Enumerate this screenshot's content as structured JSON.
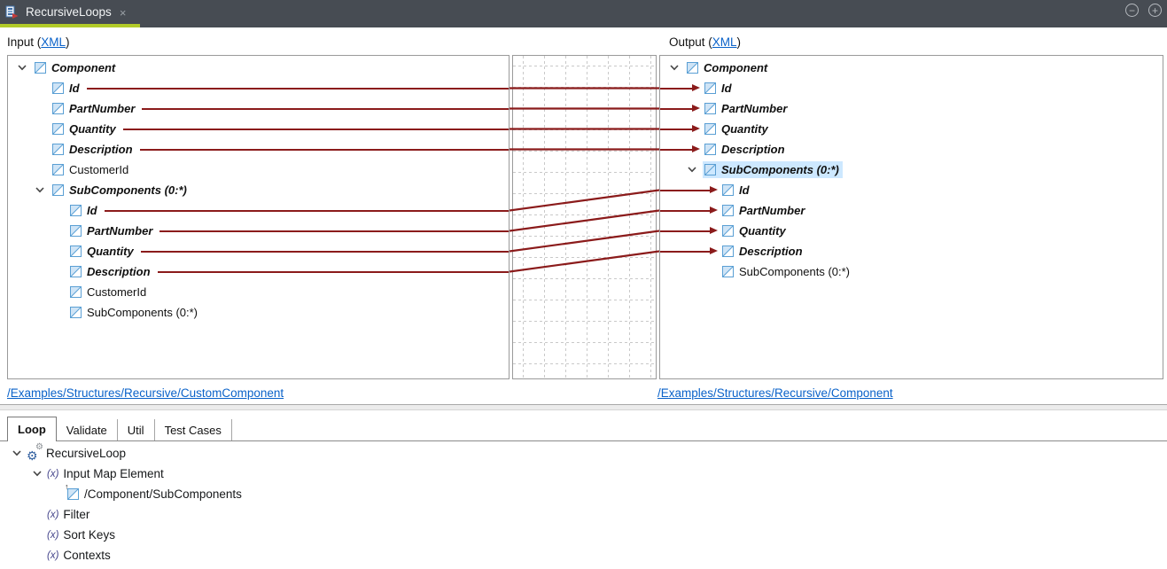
{
  "window": {
    "tab_title": "RecursiveLoops",
    "close_icon": "×",
    "minimize_icon": "−",
    "maximize_icon": "+"
  },
  "input_pane": {
    "header_prefix": "Input (",
    "header_link": "XML",
    "header_suffix": ")",
    "footer_link": "/Examples/Structures/Recursive/CustomComponent",
    "tree": [
      {
        "label": "Component",
        "level": 0,
        "bold": true,
        "expanded": true
      },
      {
        "label": "Id",
        "level": 1,
        "bold": true,
        "mapped": true
      },
      {
        "label": "PartNumber",
        "level": 1,
        "bold": true,
        "mapped": true
      },
      {
        "label": "Quantity",
        "level": 1,
        "bold": true,
        "mapped": true
      },
      {
        "label": "Description",
        "level": 1,
        "bold": true,
        "mapped": true
      },
      {
        "label": "CustomerId",
        "level": 1
      },
      {
        "label": "SubComponents (0:*)",
        "level": 1,
        "bold": true,
        "expanded": true
      },
      {
        "label": "Id",
        "level": 2,
        "bold": true,
        "mapped": true
      },
      {
        "label": "PartNumber",
        "level": 2,
        "bold": true,
        "mapped": true
      },
      {
        "label": "Quantity",
        "level": 2,
        "bold": true,
        "mapped": true
      },
      {
        "label": "Description",
        "level": 2,
        "bold": true,
        "mapped": true
      },
      {
        "label": "CustomerId",
        "level": 2
      },
      {
        "label": "SubComponents (0:*)",
        "level": 2
      }
    ]
  },
  "output_pane": {
    "header_prefix": "Output (",
    "header_link": "XML",
    "header_suffix": ")",
    "footer_link": "/Examples/Structures/Recursive/Component",
    "tree": [
      {
        "label": "Component",
        "level": 0,
        "bold": true,
        "expanded": true
      },
      {
        "label": "Id",
        "level": 1,
        "bold": true,
        "mapped": true
      },
      {
        "label": "PartNumber",
        "level": 1,
        "bold": true,
        "mapped": true
      },
      {
        "label": "Quantity",
        "level": 1,
        "bold": true,
        "mapped": true
      },
      {
        "label": "Description",
        "level": 1,
        "bold": true,
        "mapped": true
      },
      {
        "label": "SubComponents (0:*)",
        "level": 1,
        "bold": true,
        "expanded": true,
        "selected": true
      },
      {
        "label": "Id",
        "level": 2,
        "bold": true,
        "mapped": true
      },
      {
        "label": "PartNumber",
        "level": 2,
        "bold": true,
        "mapped": true
      },
      {
        "label": "Quantity",
        "level": 2,
        "bold": true,
        "mapped": true
      },
      {
        "label": "Description",
        "level": 2,
        "bold": true,
        "mapped": true
      },
      {
        "label": "SubComponents (0:*)",
        "level": 2
      }
    ]
  },
  "mapping": {
    "line_color": "#8b1b1b",
    "grid_color": "#c9c9c9",
    "connections": [
      [
        1,
        1
      ],
      [
        2,
        2
      ],
      [
        3,
        3
      ],
      [
        4,
        4
      ],
      [
        7,
        6
      ],
      [
        8,
        7
      ],
      [
        9,
        8
      ],
      [
        10,
        9
      ]
    ]
  },
  "bottom_panel": {
    "tabs": [
      {
        "label": "Loop",
        "active": true
      },
      {
        "label": "Validate"
      },
      {
        "label": "Util"
      },
      {
        "label": "Test Cases"
      }
    ],
    "tree": [
      {
        "label": "RecursiveLoop",
        "level": 0,
        "icon": "gears-icon",
        "expanded": true
      },
      {
        "label": "Input Map Element",
        "level": 1,
        "icon": "fx-icon",
        "expanded": true
      },
      {
        "label": "/Component/SubComponents",
        "level": 2,
        "icon": "element-ref-icon"
      },
      {
        "label": "Filter",
        "level": 1,
        "icon": "fx-icon"
      },
      {
        "label": "Sort Keys",
        "level": 1,
        "icon": "fx-icon"
      },
      {
        "label": "Contexts",
        "level": 1,
        "icon": "fx-icon"
      }
    ],
    "icon_glyphs": {
      "fx": "(x)",
      "gear": "⚙",
      "ref_arrow": "↑"
    }
  }
}
